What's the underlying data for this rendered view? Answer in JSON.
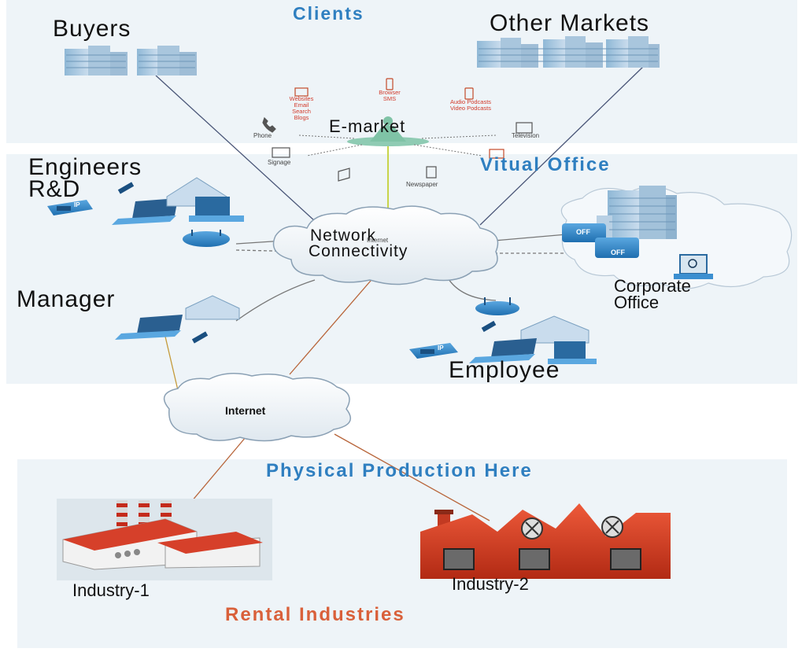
{
  "sections": {
    "clients": "Clients",
    "virtual_office": "Vitual Office",
    "physical_production": "Physical Production Here",
    "rental_industries": "Rental Industries"
  },
  "nodes": {
    "buyers": "Buyers",
    "other_markets": "Other Markets",
    "engineers": "Engineers",
    "rnd": "R&D",
    "manager": "Manager",
    "corporate_office_line1": "Corporate",
    "corporate_office_line2": "Office",
    "employee": "Employee",
    "industry1": "Industry-1",
    "industry2": "Industry-2"
  },
  "emarket": {
    "title": "E-market",
    "channels": {
      "websites": "Websites",
      "email": "Email",
      "search": "Search",
      "blogs": "Blogs",
      "browser": "Browser",
      "sms": "SMS",
      "audio_podcasts": "Audio Podcasts",
      "video_podcasts": "Video Podcasts",
      "phone": "Phone",
      "television": "Television",
      "signage": "Signage",
      "newspaper": "Newspaper",
      "internet": "Internet"
    }
  },
  "clouds": {
    "network_line1": "Network",
    "network_line2": "Connectivity",
    "internet": "Internet"
  },
  "device_text": {
    "phone_badge": "IP",
    "office_badge": "OFF"
  },
  "colors": {
    "section_title": "#2f7fc0",
    "rental_title": "#d9603a",
    "panel": "#eef4f8",
    "equipment": "#3b8fd0",
    "factory_red": "#d63a22"
  }
}
